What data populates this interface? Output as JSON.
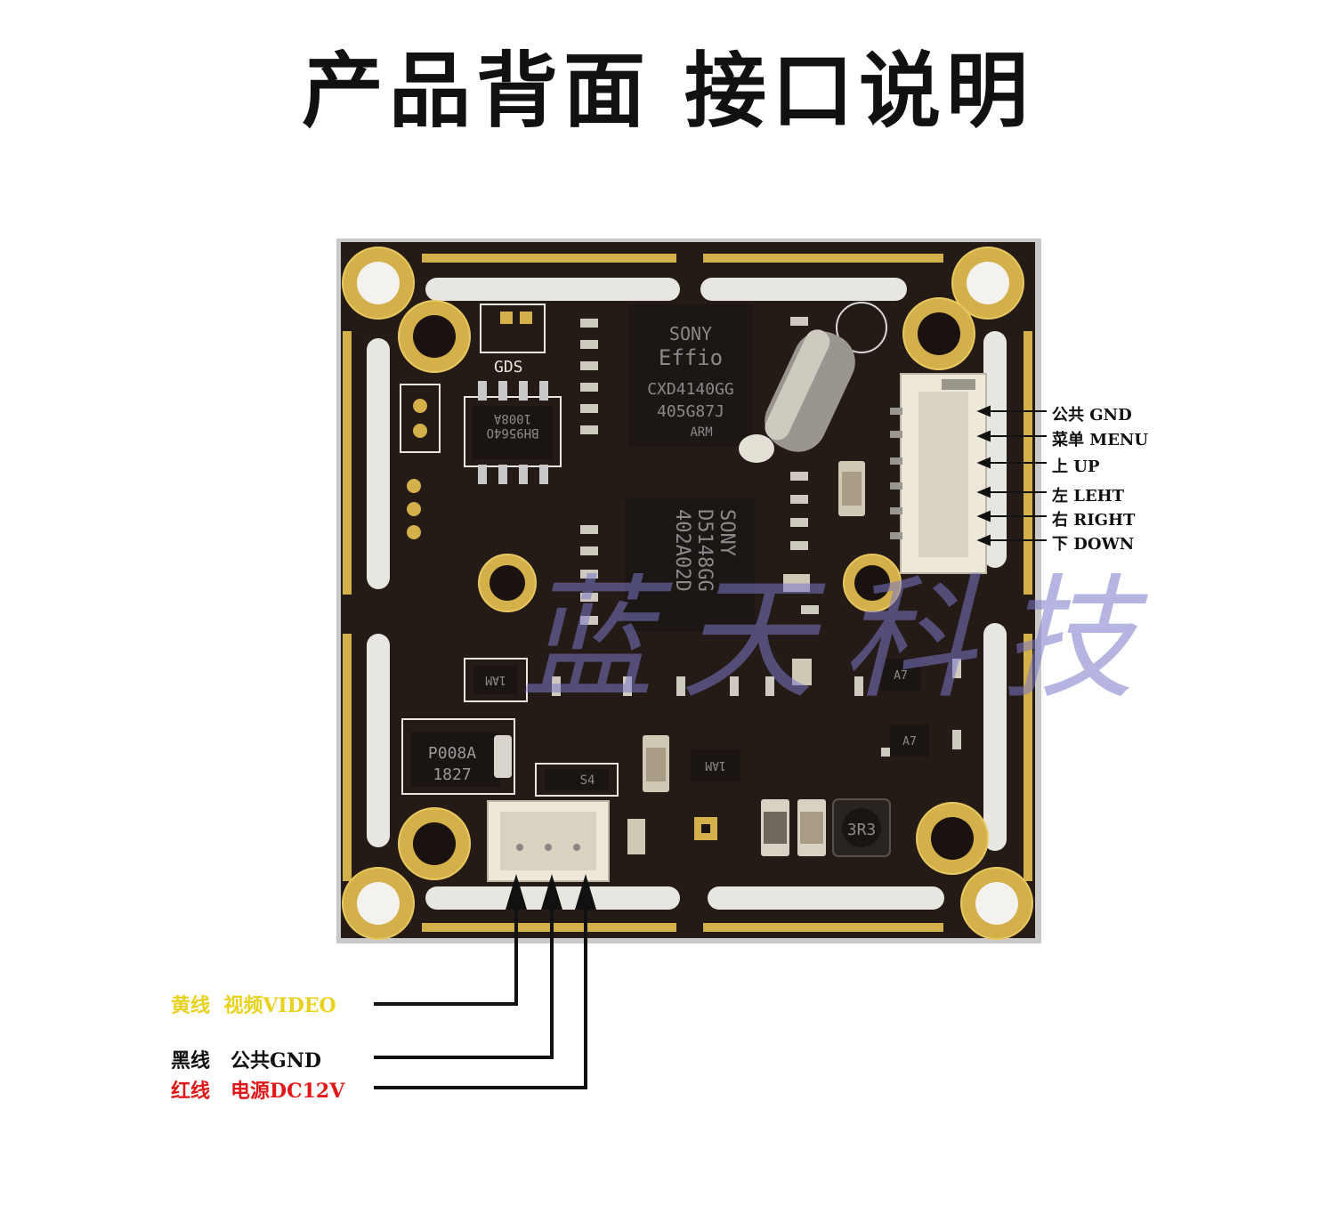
{
  "title": "产品背面 接口说明",
  "watermark": "蓝天科技",
  "colors": {
    "pcb": "#241a16",
    "gold": "#d4b04a",
    "silk": "#e8e6e0",
    "yellow_label": "#e8d21c",
    "red_label": "#e01818",
    "black_label": "#111111",
    "watermark": "#7a78c8"
  },
  "board": {
    "silk_gds": "GDS",
    "chip_top": {
      "line1": "SONY",
      "line2": "Effio",
      "line3": "CXD4140GG",
      "line4": "405G87J",
      "line5": "ARM"
    },
    "chip_bottom": {
      "line1": "SONY",
      "line2": "D5148GG",
      "line3": "402A02D"
    },
    "eeprom": {
      "line1": "BH9564O",
      "line2": "1008A"
    },
    "regulator": {
      "line1": "P008A",
      "line2": "1827"
    },
    "diode_s4": "S4",
    "small_1am_a": "1AM",
    "small_1am_b": "1AM",
    "small_a7_a": "A7",
    "small_a7_b": "A7",
    "inductor": "3R3"
  },
  "pin_labels": [
    {
      "cn": "公共",
      "en": "GND"
    },
    {
      "cn": "菜单",
      "en": "MENU"
    },
    {
      "cn": "上",
      "en": "UP"
    },
    {
      "cn": "左",
      "en": "LEHT"
    },
    {
      "cn": "右",
      "en": "RIGHT"
    },
    {
      "cn": "下",
      "en": "DOWN"
    }
  ],
  "wire_labels": [
    {
      "color_name": "黄线",
      "function": "视频VIDEO"
    },
    {
      "color_name": "黑线",
      "function": "公共GND"
    },
    {
      "color_name": "红线",
      "function": "电源DC12V"
    }
  ]
}
